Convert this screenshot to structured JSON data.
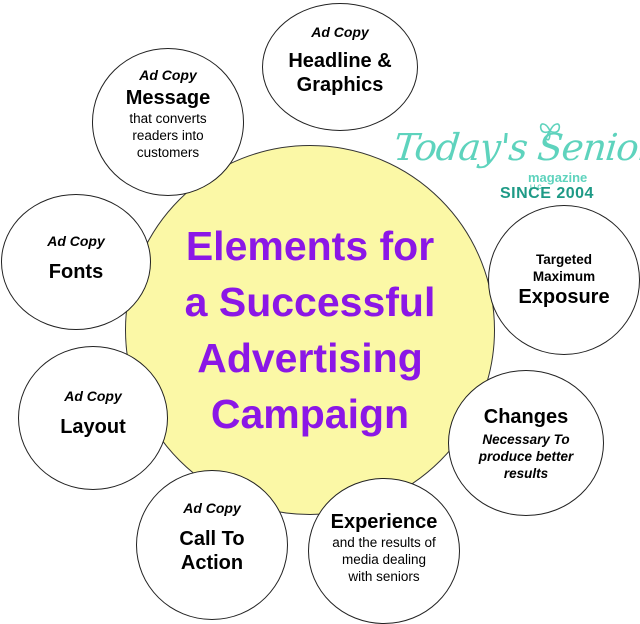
{
  "center": {
    "line1": "Elements for",
    "line2": "a Successful",
    "line3": "Advertising",
    "line4": "Campaign"
  },
  "nodes": {
    "headline": {
      "tag": "Ad Copy",
      "title1": "Headline &",
      "title2": "Graphics"
    },
    "message": {
      "tag": "Ad Copy",
      "title": "Message",
      "sub1": "that converts",
      "sub2": "readers into",
      "sub3": "customers"
    },
    "fonts": {
      "tag": "Ad Copy",
      "title": "Fonts"
    },
    "layout": {
      "tag": "Ad Copy",
      "title": "Layout"
    },
    "cta": {
      "tag": "Ad Copy",
      "title1": "Call To",
      "title2": "Action"
    },
    "experience": {
      "title": "Experience",
      "sub1": "and the results of",
      "sub2": "media dealing",
      "sub3": "with seniors"
    },
    "changes": {
      "title": "Changes",
      "sub1": "Necessary To",
      "sub2": "produce better",
      "sub3": "results"
    },
    "exposure": {
      "sub1": "Targeted",
      "sub2": "Maximum",
      "title": "Exposure"
    }
  },
  "logo": {
    "script": "Today's Senior",
    "magazine": "magazine",
    "llc": "LLC",
    "since": "SINCE 2004"
  },
  "colors": {
    "center_fill": "#fbf8a6",
    "center_text": "#8b17e6",
    "logo_teal": "#5ed3bd",
    "logo_dark_teal": "#1e9a86"
  }
}
